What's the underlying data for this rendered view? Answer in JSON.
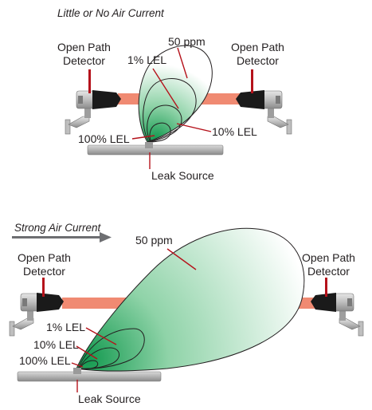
{
  "panels": [
    {
      "title": "Little or No Air Current",
      "left_detector": [
        "Open Path",
        "Detector"
      ],
      "right_detector": [
        "Open Path",
        "Detector"
      ],
      "labels": {
        "ppm": "50 ppm",
        "lel1": "1% LEL",
        "lel10": "10% LEL",
        "lel100": "100% LEL",
        "leak": "Leak Source"
      }
    },
    {
      "title": "Strong Air Current",
      "left_detector": [
        "Open Path",
        "Detector"
      ],
      "right_detector": [
        "Open Path",
        "Detector"
      ],
      "labels": {
        "ppm": "50 ppm",
        "lel1": "1% LEL",
        "lel10": "10% LEL",
        "lel100": "100% LEL",
        "leak": "Leak Source"
      }
    }
  ],
  "colors": {
    "beam": "#f08a72",
    "plume_core": "#1fa05a",
    "plume_edge": "#ffffff",
    "outline": "#231f20",
    "pointer": "#b5121b",
    "pipe": "#a9a9a9"
  }
}
